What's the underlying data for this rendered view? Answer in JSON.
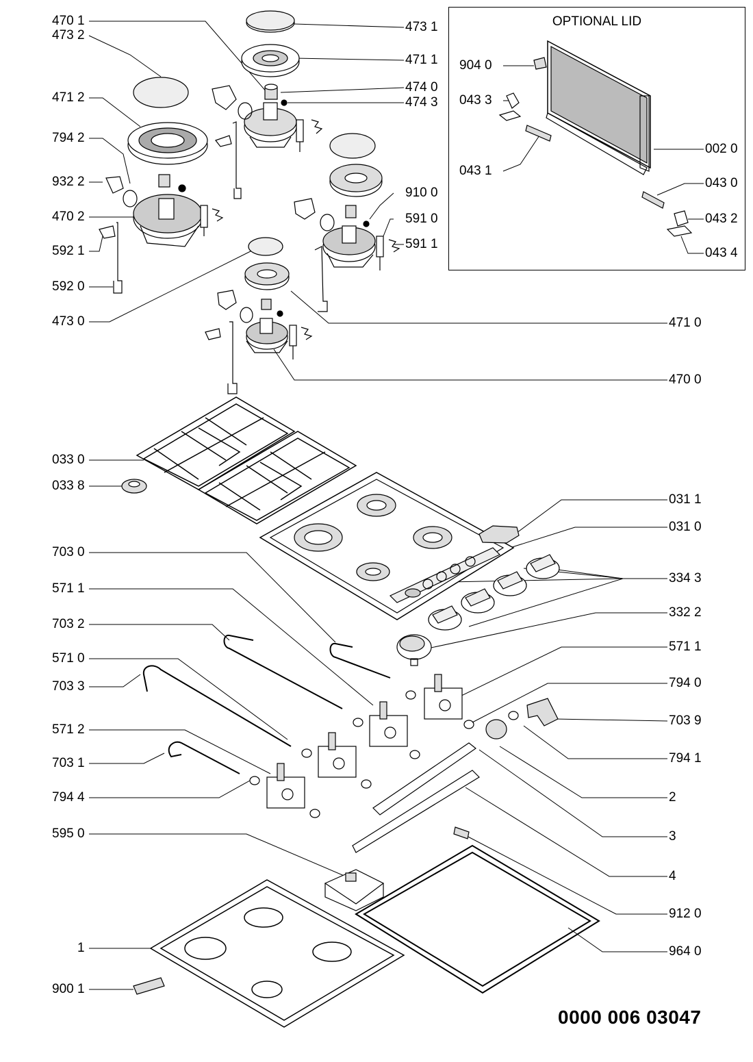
{
  "lid": {
    "title": "OPTIONAL LID"
  },
  "doc_number": "0000 006 03047",
  "callouts": {
    "c4701": "470 1",
    "c4732": "473 2",
    "c4712": "471 2",
    "c7942": "794 2",
    "c9322": "932 2",
    "c4702": "470 2",
    "c5921": "592 1",
    "c5920": "592 0",
    "c4730": "473 0",
    "c4731": "473 1",
    "c4711": "471 1",
    "c4740": "474 0",
    "c4743": "474 3",
    "c9100": "910 0",
    "c5910": "591 0",
    "c5911": "591 1",
    "c4710": "471 0",
    "c4700": "470 0",
    "c9040": "904 0",
    "c0433": "043 3",
    "c0431": "043 1",
    "c0020": "002 0",
    "c0430": "043 0",
    "c0432": "043 2",
    "c0434": "043 4",
    "c0330": "033 0",
    "c0338": "033 8",
    "c0311": "031 1",
    "c0310": "031 0",
    "c7030": "703 0",
    "c5711a": "571 1",
    "c3343": "334 3",
    "c7032": "703 2",
    "c3322": "332 2",
    "c5710": "571 0",
    "c5711b": "571 1",
    "c7033": "703 3",
    "c7940": "794 0",
    "c7039": "703 9",
    "c5712": "571 2",
    "c7031": "703 1",
    "c7941": "794 1",
    "c7944": "794 4",
    "c2": "2",
    "c3": "3",
    "c5950": "595 0",
    "c4": "4",
    "c9120": "912 0",
    "c1": "1",
    "c9640": "964 0",
    "c9001": "900 1"
  }
}
